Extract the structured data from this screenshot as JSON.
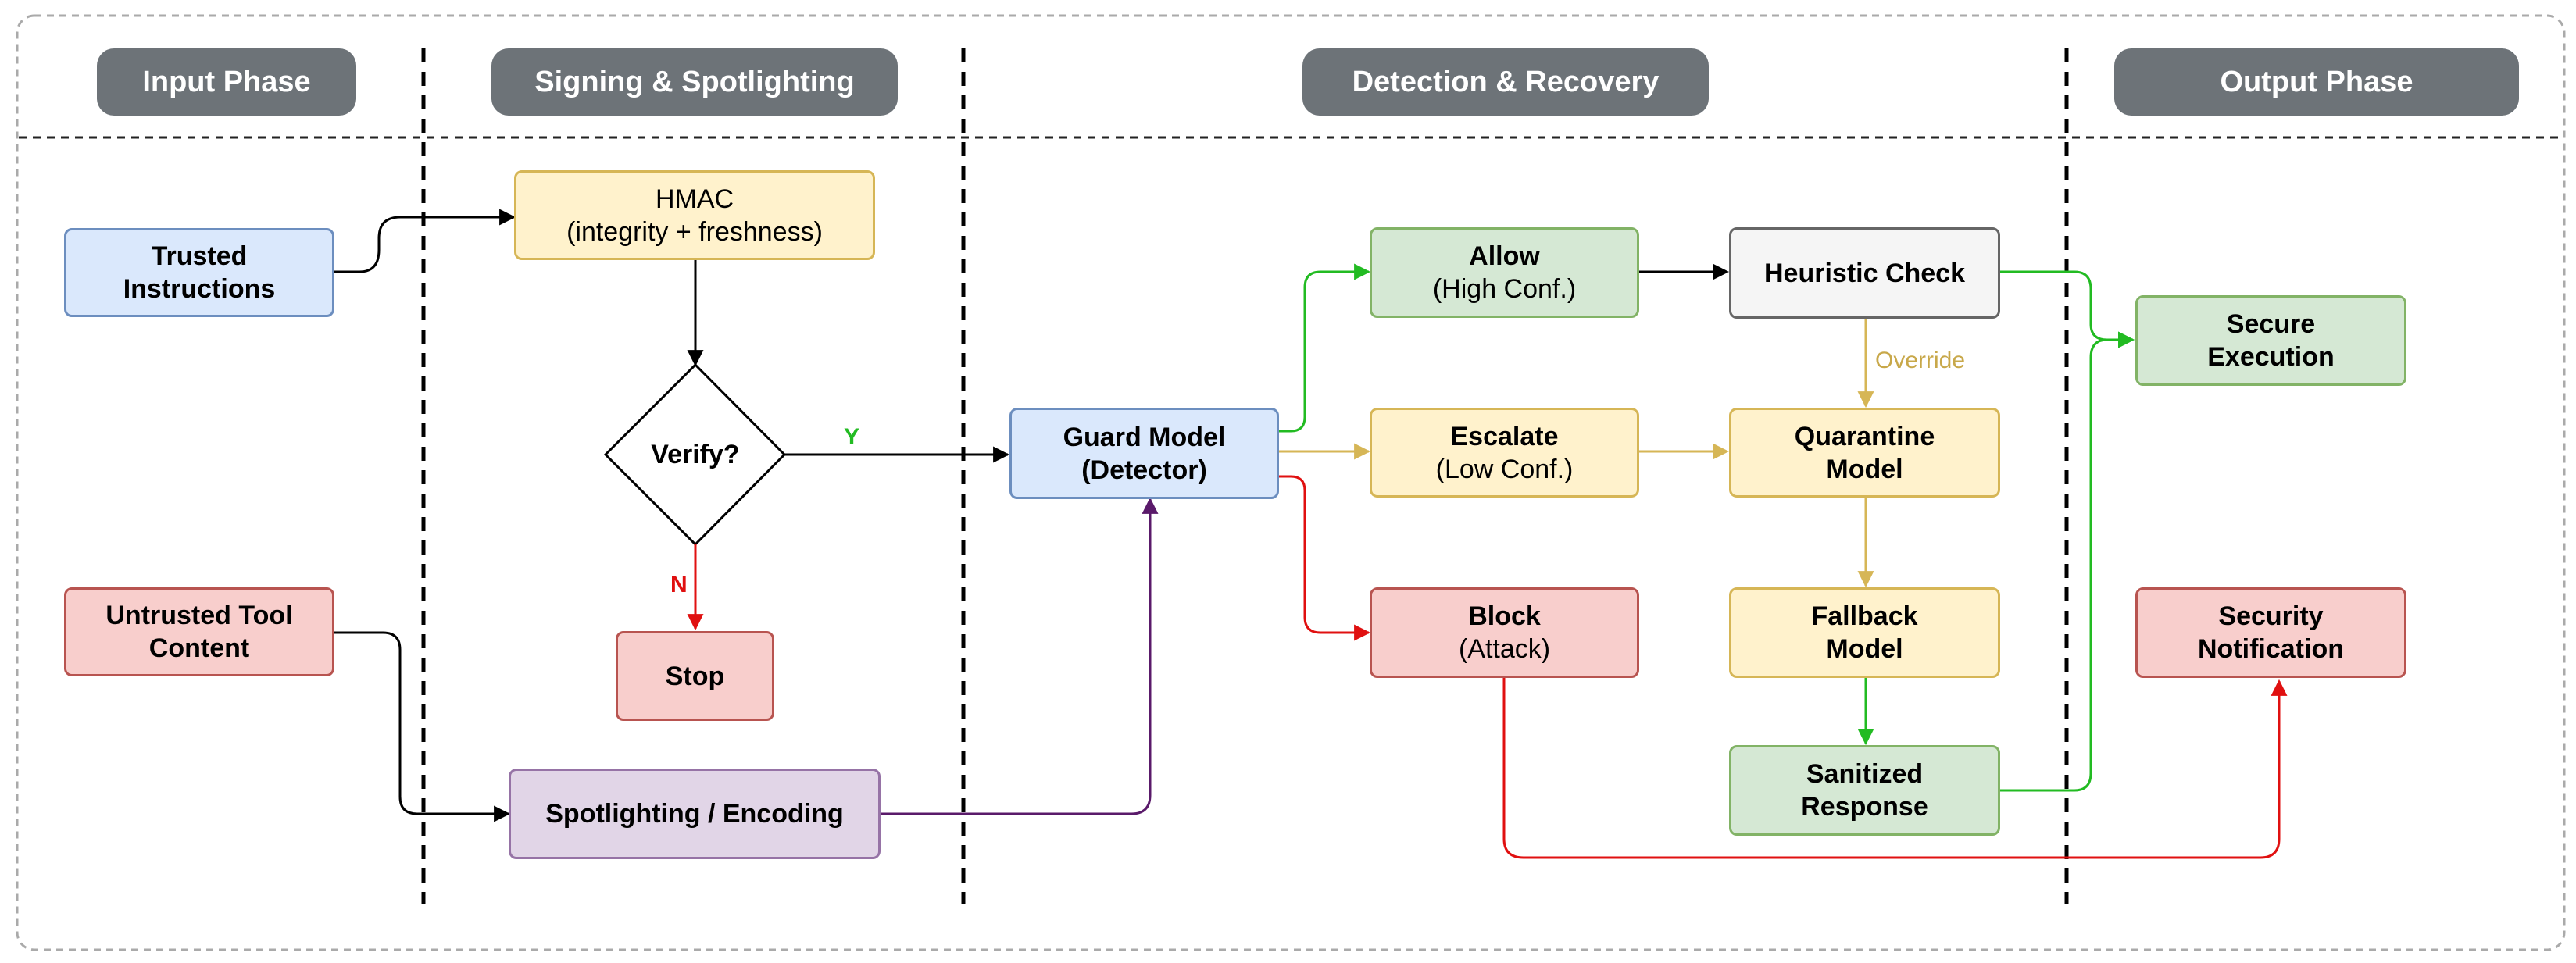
{
  "phases": [
    {
      "label": "Input Phase"
    },
    {
      "label": "Signing & Spotlighting"
    },
    {
      "label": "Detection & Recovery"
    },
    {
      "label": "Output Phase"
    }
  ],
  "nodes": {
    "trusted": {
      "line1": "Trusted",
      "line2": "Instructions"
    },
    "untrusted": {
      "line1": "Untrusted Tool",
      "line2": "Content"
    },
    "hmac": {
      "line1": "HMAC",
      "line2": "(integrity + freshness)"
    },
    "verify": {
      "label": "Verify?"
    },
    "stop": {
      "label": "Stop"
    },
    "spotlighting": {
      "label": "Spotlighting / Encoding"
    },
    "guard": {
      "line1": "Guard Model",
      "line2": "(Detector)"
    },
    "allow": {
      "line1": "Allow",
      "line2": "(High Conf.)"
    },
    "escalate": {
      "line1": "Escalate",
      "line2": "(Low Conf.)"
    },
    "block": {
      "line1": "Block",
      "line2": "(Attack)"
    },
    "heuristic": {
      "label": "Heuristic Check"
    },
    "quarantine": {
      "line1": "Quarantine",
      "line2": "Model"
    },
    "fallback": {
      "line1": "Fallback",
      "line2": "Model"
    },
    "sanitized": {
      "line1": "Sanitized",
      "line2": "Response"
    },
    "secure": {
      "line1": "Secure",
      "line2": "Execution"
    },
    "notification": {
      "line1": "Security",
      "line2": "Notification"
    }
  },
  "edge_labels": {
    "yes": "Y",
    "no": "N",
    "override": "Override"
  },
  "colors": {
    "black": "#000000",
    "green": "#22bb22",
    "red": "#e01010",
    "gold": "#d6b656",
    "purple": "#5a1a6a",
    "phase": "#6d7378"
  }
}
